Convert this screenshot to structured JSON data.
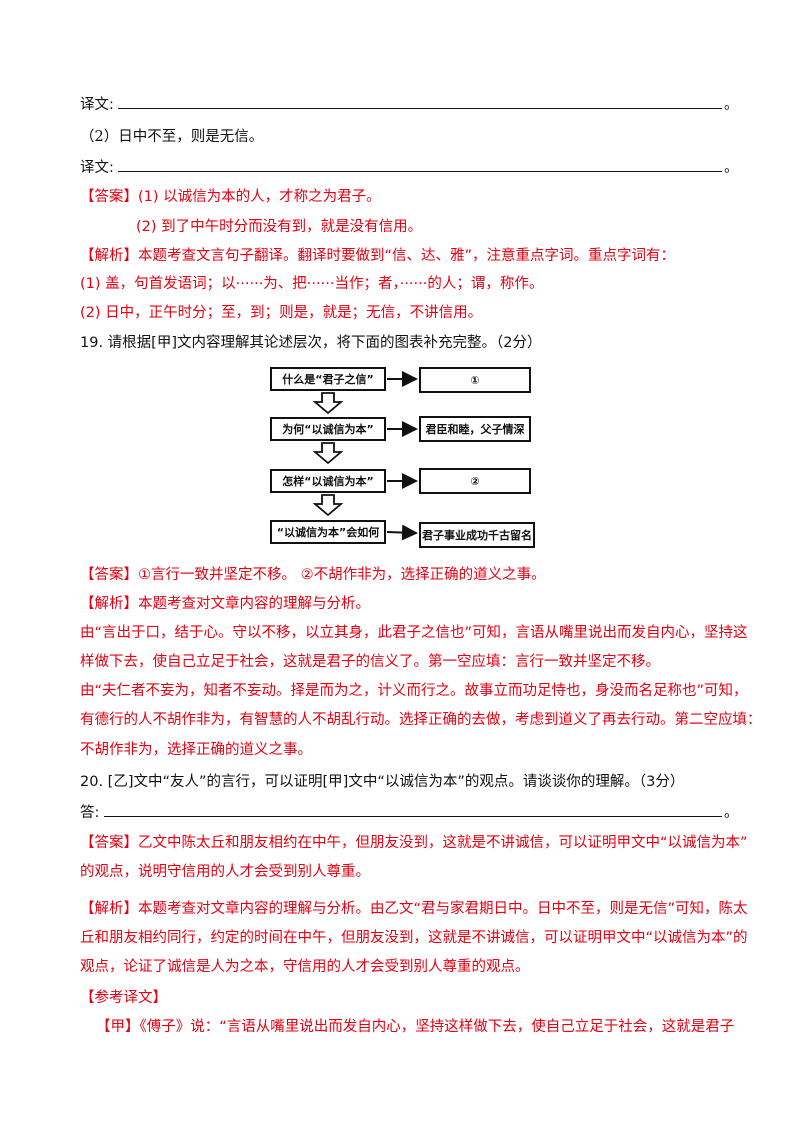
{
  "lines": {
    "l1_label": "译文:",
    "l1_end": "。",
    "l2": "（2）日中不至，则是无信。",
    "l3_label": "译文:",
    "l3_end": "。",
    "l4_tag": "【答案】",
    "l4_text": "(1) 以诚信为本的人，才称之为君子。",
    "l5_text": "(2) 到了中午时分而没有到，就是没有信用。",
    "l6_tag": "【解析】",
    "l6_text": "本题考查文言句子翻译。翻译时要做到“信、达、雅”，注意重点字词。重点字词有：",
    "l7": "(1) 盖，句首发语词；以······为、把······当作；者，······的人；谓，称作。",
    "l8": "(2) 日中，正午时分；至，到；则是，就是；无信，不讲信用。",
    "q19": "19.  请根据[甲]文内容理解其论述层次，将下面的图表补充完整。（2分）",
    "a19_tag": "【答案】",
    "a19_text": "①言行一致并坚定不移。       ②不胡作非为，选择正确的道义之事。",
    "p19_tag": "【解析】",
    "p19_text": "本题考查对文章内容的理解与分析。",
    "p19_l1": "由“言出于口，结于心。守以不移，以立其身，此君子之信也”可知，言语从嘴里说出而发自内心，坚持这",
    "p19_l2": "样做下去，使自己立足于社会，这就是君子的信义了。第一空应填：言行一致并坚定不移。",
    "p19_l3": "由“夫仁者不妄为，知者不妄动。择是而为之，计义而行之。故事立而功足恃也，身没而名足称也”可知，",
    "p19_l4": "有德行的人不胡作非为，有智慧的人不胡乱行动。选择正确的去做，考虑到道义了再去行动。第二空应填：",
    "p19_l5": "不胡作非为，选择正确的道义之事。",
    "q20": "20.  [乙]文中“友人”的言行，可以证明[甲]文中“以诚信为本”的观点。请谈谈你的理解。（3分）",
    "q20_label": "答:",
    "q20_end": "。",
    "a20_tag": "【答案】",
    "a20_l1": "乙文中陈太丘和朋友相约在中午，但朋友没到，这就是不讲诚信，可以证明甲文中“以诚信为本”",
    "a20_l2": "的观点，说明守信用的人才会受到别人尊重。",
    "p20_tag": "【解析】",
    "p20_l1": "本题考查对文章内容的理解与分析。由乙文“君与家君期日中。日中不至，则是无信”可知，陈太",
    "p20_l2": "丘和朋友相约同行，约定的时间在中午，但朋友没到，这就是不讲诚信，可以证明甲文中“以诚信为本”的",
    "p20_l3": "观点，论证了诚信是人为之本，守信用的人才会受到别人尊重的观点。",
    "ref_tag": "【参考译文】",
    "ref_l1": "【甲】《傅子》说：“言语从嘴里说出而发自内心，坚持这样做下去，使自己立足于社会，这就是君子"
  },
  "diagram": {
    "left1": "什么是“君子之信”",
    "right1": "①",
    "left2": "为何“以诚信为本”",
    "right2": "君臣和睦，父子情深",
    "left3": "怎样“以诚信为本”",
    "right3": "②",
    "left4": "“以诚信为本”会如何",
    "right4": "君子事业成功千古留名"
  }
}
